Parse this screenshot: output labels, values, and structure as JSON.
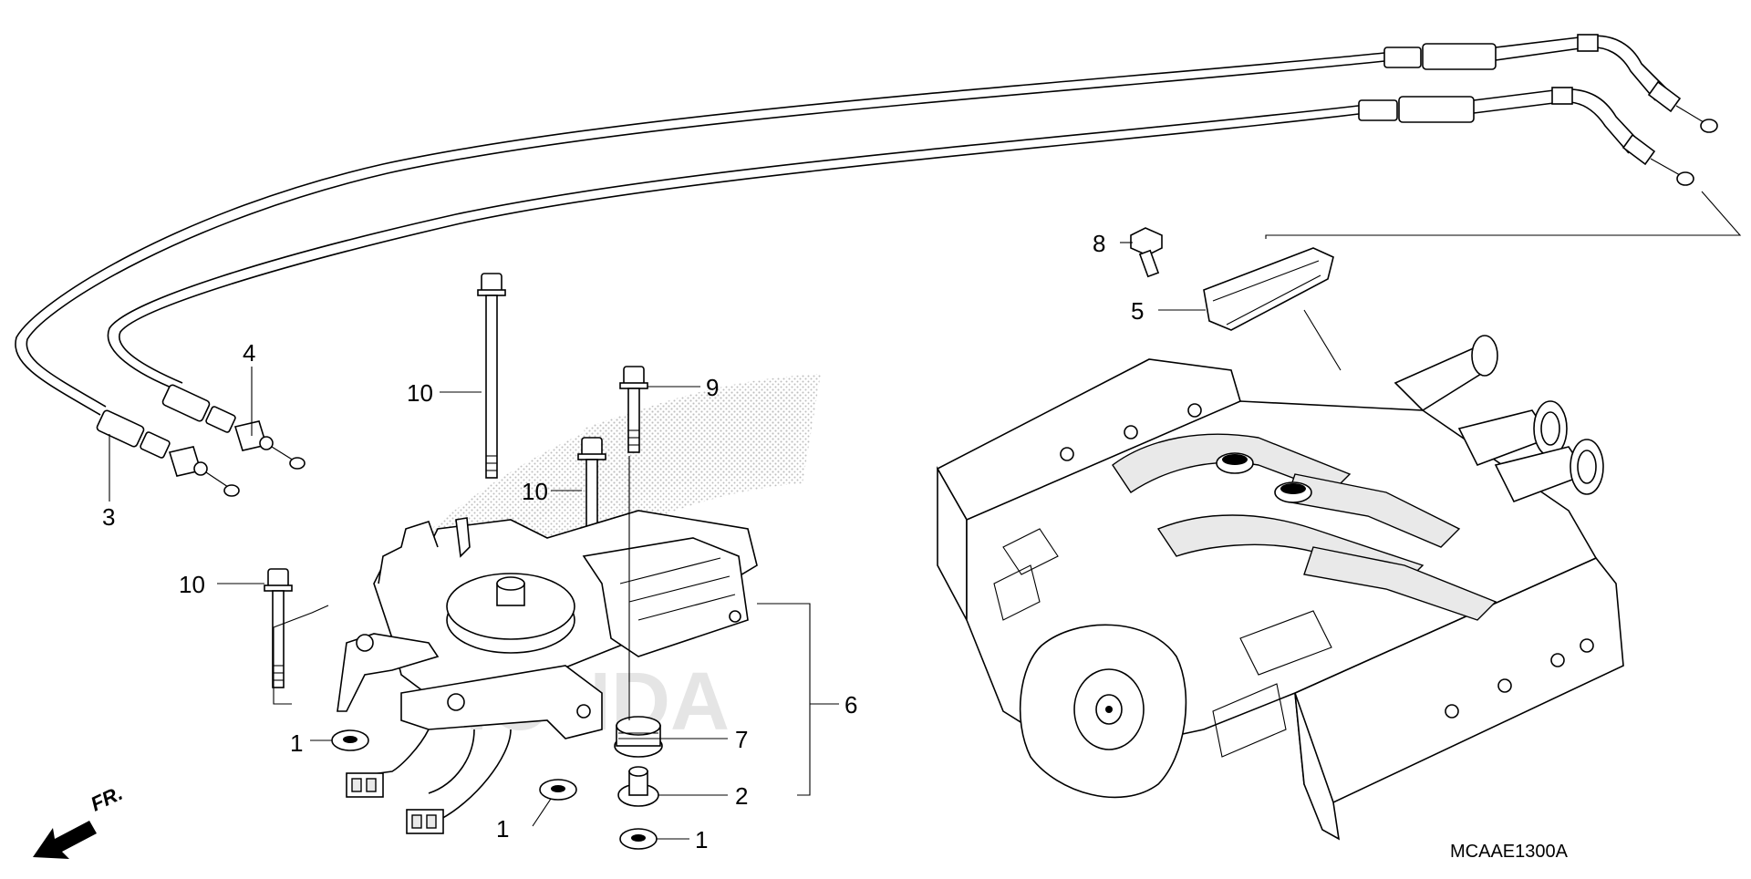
{
  "diagram": {
    "code": "MCAAE1300A",
    "direction_label": "FR.",
    "callouts": [
      {
        "id": "c1a",
        "label": "1"
      },
      {
        "id": "c1b",
        "label": "1"
      },
      {
        "id": "c1c",
        "label": "1"
      },
      {
        "id": "c2",
        "label": "2"
      },
      {
        "id": "c3",
        "label": "3"
      },
      {
        "id": "c4",
        "label": "4"
      },
      {
        "id": "c5",
        "label": "5"
      },
      {
        "id": "c6",
        "label": "6"
      },
      {
        "id": "c7",
        "label": "7"
      },
      {
        "id": "c8",
        "label": "8"
      },
      {
        "id": "c9",
        "label": "9"
      },
      {
        "id": "c10a",
        "label": "10"
      },
      {
        "id": "c10b",
        "label": "10"
      },
      {
        "id": "c10c",
        "label": "10"
      }
    ]
  }
}
